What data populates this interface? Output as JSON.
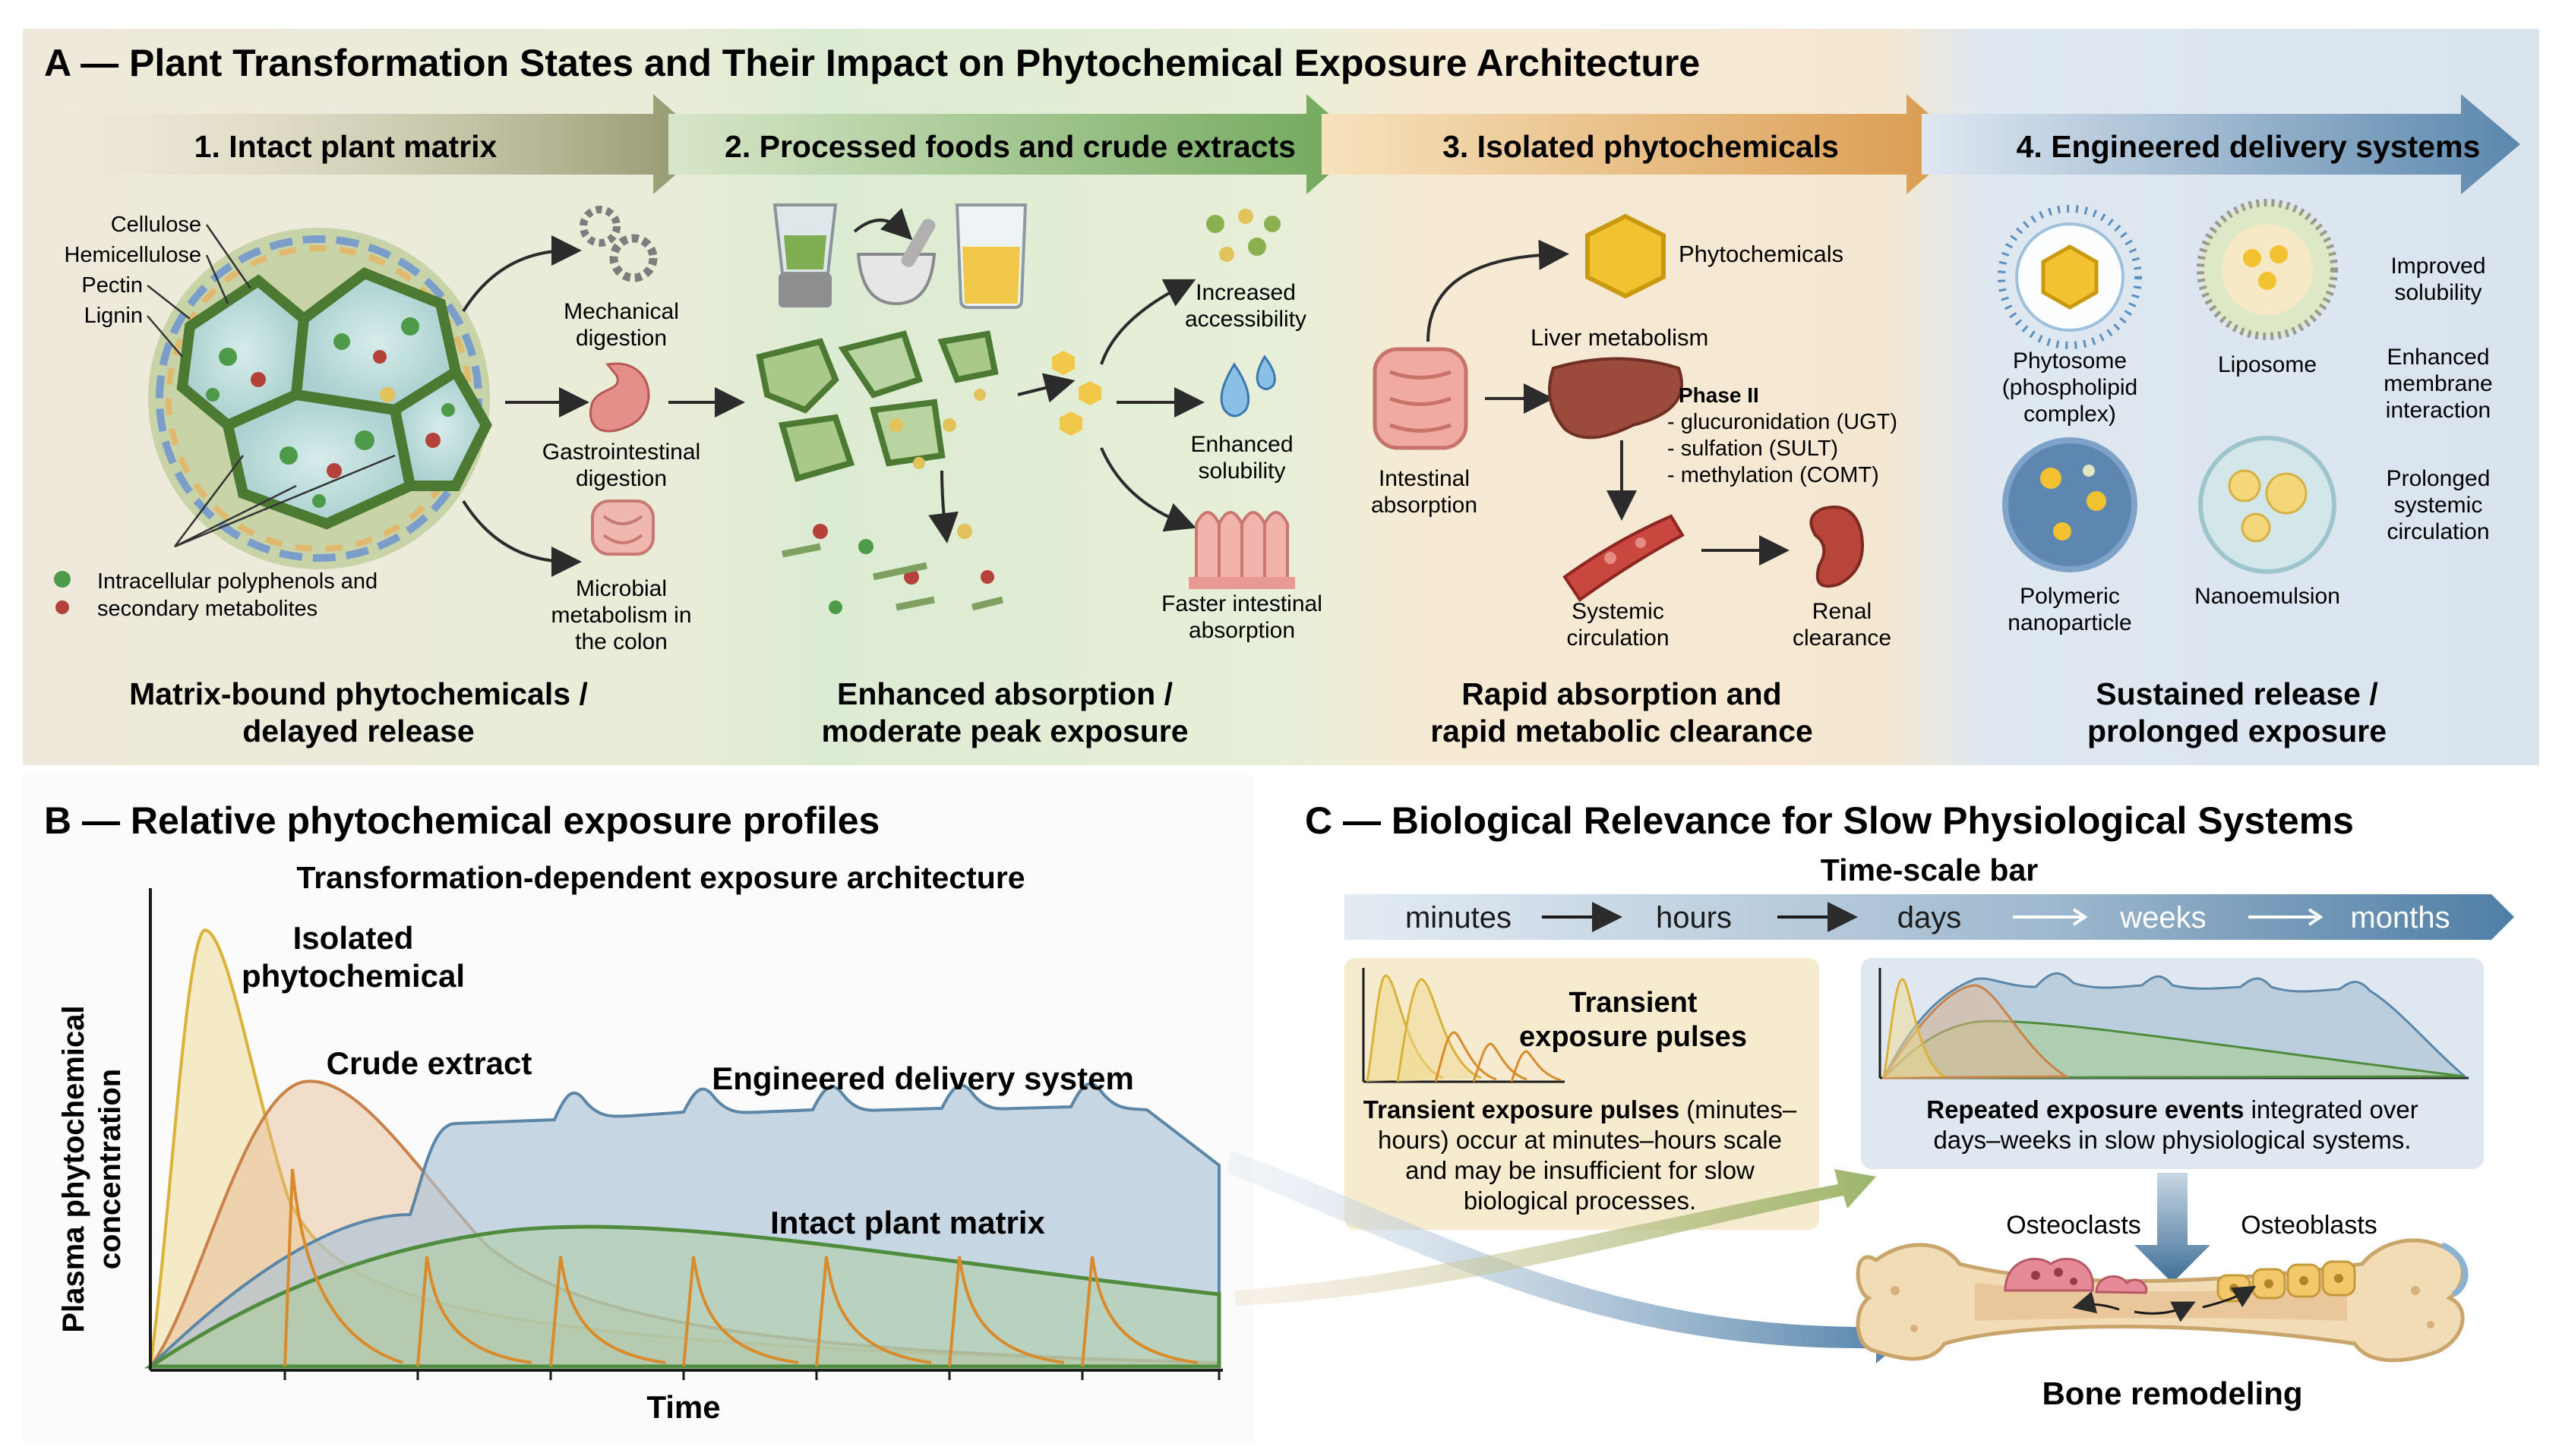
{
  "panel_a": {
    "title": "A — Plant Transformation States and Their Impact on Phytochemical Exposure Architecture",
    "stages": [
      {
        "label": "1. Intact plant matrix",
        "caption_1": "Matrix-bound phytochemicals /",
        "caption_2": "delayed release"
      },
      {
        "label": "2. Processed foods and crude extracts",
        "caption_1": "Enhanced absorption /",
        "caption_2": "moderate peak exposure"
      },
      {
        "label": "3. Isolated phytochemicals",
        "caption_1": "Rapid absorption and",
        "caption_2": "rapid metabolic clearance"
      },
      {
        "label": "4. Engineered delivery systems",
        "caption_1": "Sustained release /",
        "caption_2": "prolonged exposure"
      }
    ],
    "cell_wall": {
      "cellulose": "Cellulose",
      "hemicellulose": "Hemicellulose",
      "pectin": "Pectin",
      "lignin": "Lignin",
      "legend_1": "Intracellular polyphenols and",
      "legend_2": "secondary metabolites"
    },
    "digestion": {
      "mechanical": [
        "Mechanical",
        "digestion"
      ],
      "gi": [
        "Gastrointestinal",
        "digestion"
      ],
      "microbial": [
        "Microbial",
        "metabolism in",
        "the colon"
      ]
    },
    "extract_effects": {
      "accessibility": [
        "Increased",
        "accessibility"
      ],
      "solubility": [
        "Enhanced",
        "solubility"
      ],
      "absorption": [
        "Faster intestinal",
        "absorption"
      ]
    },
    "isolated": {
      "phytochemicals": "Phytochemicals",
      "liver": "Liver metabolism",
      "phase": "Phase II",
      "reactions": [
        "- glucuronidation (UGT)",
        "- sulfation (SULT)",
        "- methylation (COMT)"
      ],
      "intestinal": [
        "Intestinal",
        "absorption"
      ],
      "systemic": [
        "Systemic",
        "circulation"
      ],
      "renal": [
        "Renal",
        "clearance"
      ]
    },
    "delivery": {
      "phytosome": [
        "Phytosome",
        "(phospholipid",
        "complex)"
      ],
      "liposome": "Liposome",
      "polymeric": [
        "Polymeric",
        "nanoparticle"
      ],
      "nanoemulsion": "Nanoemulsion",
      "benefit_1": [
        "Improved",
        "solubility"
      ],
      "benefit_2": [
        "Enhanced",
        "membrane",
        "interaction"
      ],
      "benefit_3": [
        "Prolonged",
        "systemic",
        "circulation"
      ]
    }
  },
  "panel_b": {
    "title": "B — Relative phytochemical exposure profiles",
    "subtitle": "Transformation-dependent exposure architecture",
    "ylabel_1": "Plasma phytochemical",
    "ylabel_2": "concentration",
    "xlabel": "Time",
    "series_labels": {
      "isolated_1": "Isolated",
      "isolated_2": "phytochemical",
      "crude": "Crude extract",
      "engineered": "Engineered delivery system",
      "intact": "Intact plant matrix"
    },
    "colors": {
      "isolated": "#e2b93b",
      "crude": "#c9824a",
      "engineered": "#6f97b5",
      "intact": "#5c9a4a",
      "pulses": "#d98a2b"
    }
  },
  "panel_c": {
    "title": "C — Biological Relevance for Slow Physiological Systems",
    "timescale_title": "Time-scale bar",
    "timescale": [
      "minutes",
      "hours",
      "days",
      "weeks",
      "months"
    ],
    "transient_title_1": "Transient",
    "transient_title_2": "exposure pulses",
    "transient_text_bold": "Transient exposure pulses",
    "transient_text_1": " (minutes–",
    "transient_text_2": "hours) occur at minutes–hours scale",
    "transient_text_3": "and may be insufficient for slow",
    "transient_text_4": "biological processes.",
    "repeated_bold": "Repeated exposure events",
    "repeated_1": " integrated over",
    "repeated_2": "days–weeks in slow physiological systems.",
    "osteoclasts": "Osteoclasts",
    "osteoblasts": "Osteoblasts",
    "bone_label": "Bone remodeling"
  }
}
